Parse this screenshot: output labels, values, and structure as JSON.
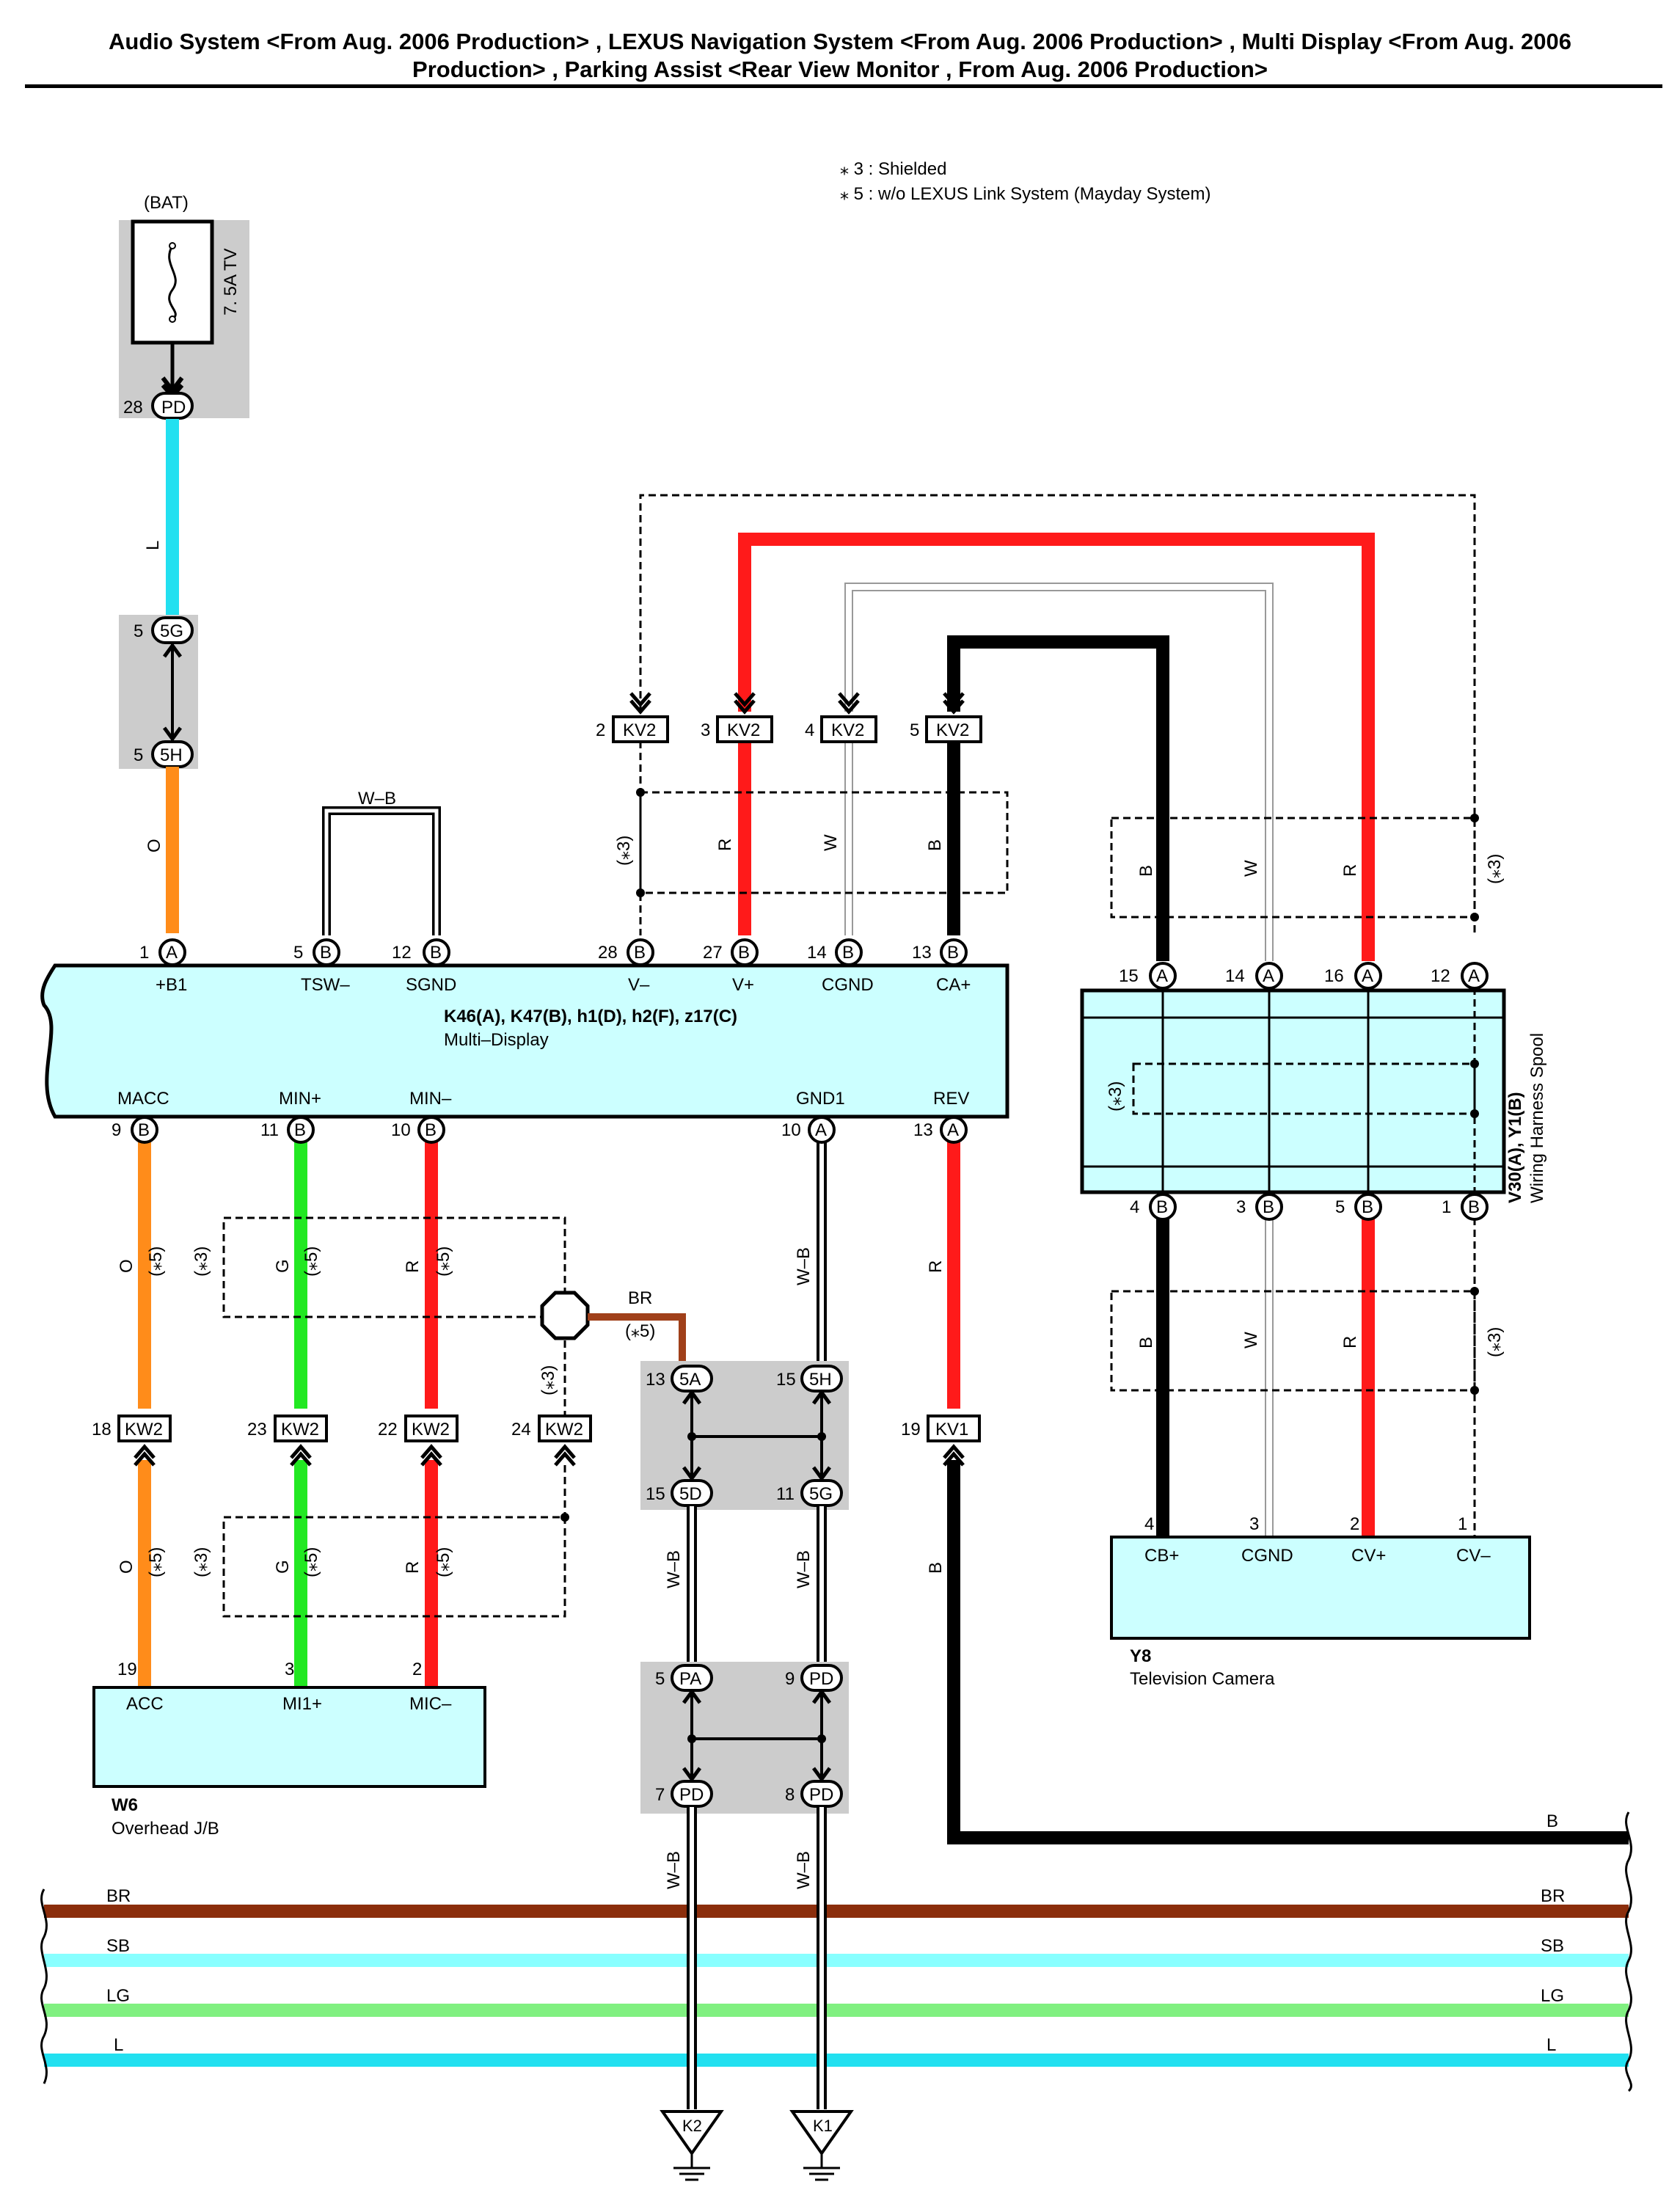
{
  "header": {
    "line1": "Audio System <From Aug. 2006 Production> , LEXUS Navigation System <From Aug. 2006 Production> , Multi Display <From Aug. 2006",
    "line2": "Production> , Parking Assist <Rear View Monitor , From Aug. 2006 Production>"
  },
  "notes": {
    "n3": "⁎ 3 : Shielded",
    "n5": "⁎ 5 : w/o LEXUS Link System (Mayday System)"
  },
  "fuse": {
    "source": "(BAT)",
    "name": "7. 5A TV",
    "pin": "28",
    "conn": "PD",
    "wire": "L"
  },
  "junction_5g": {
    "pin_top": "5",
    "conn_top": "5G",
    "pin_bot": "5",
    "conn_bot": "5H",
    "wire": "O"
  },
  "multi_display": {
    "id": "K46(A), K47(B), h1(D), h2(F), z17(C)",
    "name": "Multi–Display",
    "top_terms": [
      {
        "pin": "1",
        "conn": "A",
        "label": "+B1"
      },
      {
        "pin": "5",
        "conn": "B",
        "label": "TSW–"
      },
      {
        "pin": "12",
        "conn": "B",
        "label": "SGND"
      },
      {
        "pin": "28",
        "conn": "B",
        "label": "V–"
      },
      {
        "pin": "27",
        "conn": "B",
        "label": "V+"
      },
      {
        "pin": "14",
        "conn": "B",
        "label": "CGND"
      },
      {
        "pin": "13",
        "conn": "B",
        "label": "CA+"
      }
    ],
    "bottom_terms": [
      {
        "pin": "9",
        "conn": "B",
        "label": "MACC"
      },
      {
        "pin": "11",
        "conn": "B",
        "label": "MIN+"
      },
      {
        "pin": "10",
        "conn": "B",
        "label": "MIN–"
      },
      {
        "pin": "10",
        "conn": "A",
        "label": "GND1"
      },
      {
        "pin": "13",
        "conn": "A",
        "label": "REV"
      }
    ],
    "tsw_wire": "W–B"
  },
  "kv2": [
    {
      "pin": "2",
      "conn": "KV2"
    },
    {
      "pin": "3",
      "conn": "KV2"
    },
    {
      "pin": "4",
      "conn": "KV2"
    },
    {
      "pin": "5",
      "conn": "KV2"
    }
  ],
  "wires": {
    "r": "R",
    "w": "W",
    "b": "B",
    "o": "O",
    "g": "G",
    "br": "BR",
    "wb": "W–B",
    "shield": "(⁎3)",
    "s5": "(⁎5)"
  },
  "spool": {
    "id": "V30(A), Y1(B)",
    "name": "Wiring Harness Spool",
    "top_terms": [
      {
        "pin": "15",
        "conn": "A"
      },
      {
        "pin": "14",
        "conn": "A"
      },
      {
        "pin": "16",
        "conn": "A"
      },
      {
        "pin": "12",
        "conn": "A"
      }
    ],
    "bottom_terms": [
      {
        "pin": "4",
        "conn": "B"
      },
      {
        "pin": "3",
        "conn": "B"
      },
      {
        "pin": "5",
        "conn": "B"
      },
      {
        "pin": "1",
        "conn": "B"
      }
    ]
  },
  "camera": {
    "id": "Y8",
    "name": "Television Camera",
    "terms": [
      {
        "pin": "4",
        "label": "CB+"
      },
      {
        "pin": "3",
        "label": "CGND"
      },
      {
        "pin": "2",
        "label": "CV+"
      },
      {
        "pin": "1",
        "label": "CV–"
      }
    ]
  },
  "kw2": [
    {
      "pin": "18",
      "conn": "KW2"
    },
    {
      "pin": "23",
      "conn": "KW2"
    },
    {
      "pin": "22",
      "conn": "KW2"
    },
    {
      "pin": "24",
      "conn": "KW2"
    }
  ],
  "kv1": {
    "pin": "19",
    "conn": "KV1"
  },
  "overhead": {
    "id": "W6",
    "name": "Overhead J/B",
    "terms": [
      {
        "pin": "19",
        "label": "ACC"
      },
      {
        "pin": "3",
        "label": "MI1+"
      },
      {
        "pin": "2",
        "label": "MIC–"
      }
    ]
  },
  "junctions": {
    "j5a": {
      "pin": "13",
      "conn": "5A"
    },
    "j5h": {
      "pin": "15",
      "conn": "5H"
    },
    "j5d": {
      "pin": "15",
      "conn": "5D"
    },
    "j5g": {
      "pin": "11",
      "conn": "5G"
    },
    "jpa": {
      "pin": "5",
      "conn": "PA"
    },
    "jpd9": {
      "pin": "9",
      "conn": "PD"
    },
    "jpd7": {
      "pin": "7",
      "conn": "PD"
    },
    "jpd8": {
      "pin": "8",
      "conn": "PD"
    }
  },
  "bus": [
    {
      "label": "BR",
      "color": "#8b2e0c"
    },
    {
      "label": "SB",
      "color": "#88ffff"
    },
    {
      "label": "LG",
      "color": "#80f080"
    },
    {
      "label": "L",
      "color": "#22e0f0"
    }
  ],
  "grounds": {
    "k2": "K2",
    "k1": "K1"
  },
  "colors": {
    "red": "#ff1a1a",
    "black": "#000000",
    "orange": "#ff8c1a",
    "green": "#22e822",
    "cyan": "#22e0f0",
    "brown": "#a0401a",
    "box": "#ccffff",
    "gray": "#cccccc"
  }
}
